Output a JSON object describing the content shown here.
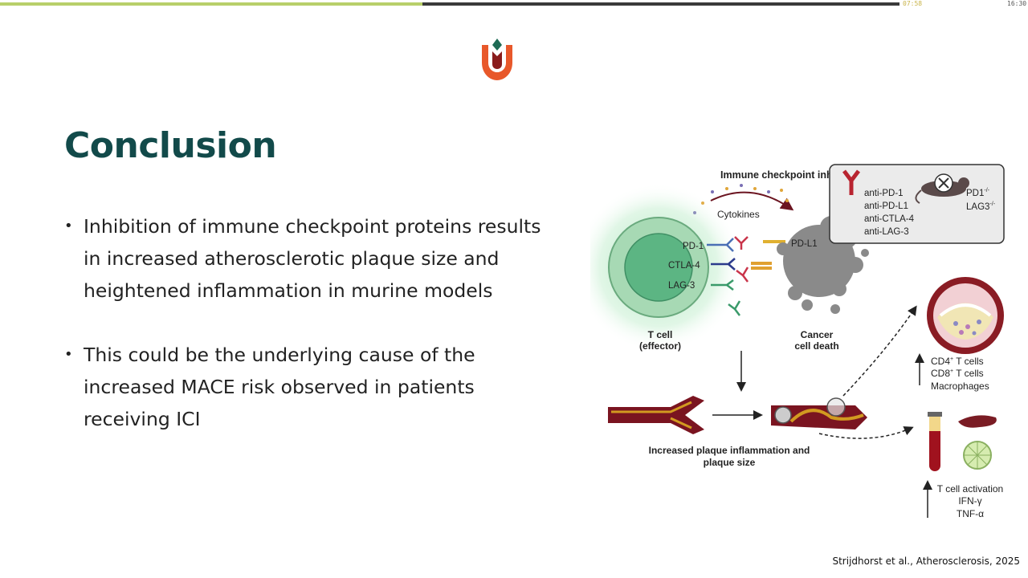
{
  "progress": {
    "fraction": 0.47,
    "elapsed": "07:58",
    "total": "16:30",
    "fill_color": "#b8cf6a"
  },
  "logo": {
    "icon": "tulip-logo-icon",
    "colors": [
      "#e8582a",
      "#8a1c1c",
      "#1e6b55"
    ]
  },
  "slide": {
    "title": "Conclusion",
    "bullets": [
      {
        "lines": [
          "Inhibition of immune checkpoint proteins results",
          "in increased atherosclerotic plaque size and",
          "heightened inflammation in murine models"
        ]
      },
      {
        "lines": [
          "This could be the underlying cause of the",
          "increased MACE risk observed in patients",
          "receiving ICI"
        ]
      }
    ],
    "citation": "Strijdhorst et al., Atherosclerosis, 2025"
  },
  "figure": {
    "heading": "Immune checkpoint inhibitors",
    "cytokines": "Cytokines",
    "receptors": [
      "PD-1",
      "CTLA-4",
      "LAG-3"
    ],
    "ligand": "PD-L1",
    "t_cell": [
      "T cell",
      "(effector)"
    ],
    "cancer": [
      "Cancer",
      "cell death"
    ],
    "inhibitors": [
      "anti-PD-1",
      "anti-PD-L1",
      "anti-CTLA-4",
      "anti-LAG-3"
    ],
    "knockouts": [
      "PD1",
      "LAG3"
    ],
    "knockout_sup": "-/-",
    "cells": [
      "CD4",
      "CD8",
      "Macrophages"
    ],
    "cells_suffix": " T cells",
    "cells_sup": "+",
    "plaque": [
      "Increased plaque inflammation and",
      "plaque size"
    ],
    "systemic": [
      "T cell activation",
      "IFN-γ",
      "TNF-α"
    ]
  }
}
